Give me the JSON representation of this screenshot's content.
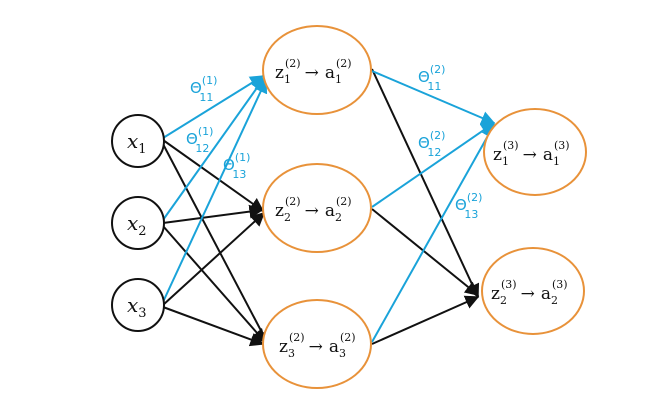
{
  "colors": {
    "input_stroke": "#111111",
    "neuron_stroke": "#e8923a",
    "black_edge": "#111111",
    "blue_edge": "#1aa3d9",
    "weight_label": "#1aa3d9"
  },
  "input_layer": [
    {
      "var": "x",
      "sub": "1"
    },
    {
      "var": "x",
      "sub": "2"
    },
    {
      "var": "x",
      "sub": "3"
    }
  ],
  "hidden_layer": [
    {
      "z": "z",
      "z_sub": "1",
      "z_sup": "(2)",
      "arrow": "→",
      "a": "a",
      "a_sub": "1",
      "a_sup": "(2)"
    },
    {
      "z": "z",
      "z_sub": "2",
      "z_sup": "(2)",
      "arrow": "→",
      "a": "a",
      "a_sub": "2",
      "a_sup": "(2)"
    },
    {
      "z": "z",
      "z_sub": "3",
      "z_sup": "(2)",
      "arrow": "→",
      "a": "a",
      "a_sub": "3",
      "a_sup": "(2)"
    }
  ],
  "output_layer": [
    {
      "z": "z",
      "z_sub": "1",
      "z_sup": "(3)",
      "arrow": "→",
      "a": "a",
      "a_sub": "1",
      "a_sup": "(3)"
    },
    {
      "z": "z",
      "z_sub": "2",
      "z_sup": "(3)",
      "arrow": "→",
      "a": "a",
      "a_sub": "2",
      "a_sup": "(3)"
    }
  ],
  "weight_labels": [
    {
      "base": "Θ",
      "sub": "11",
      "sup": "(1)"
    },
    {
      "base": "Θ",
      "sub": "12",
      "sup": "(1)"
    },
    {
      "base": "Θ",
      "sub": "13",
      "sup": "(1)"
    },
    {
      "base": "Θ",
      "sub": "11",
      "sup": "(2)"
    },
    {
      "base": "Θ",
      "sub": "12",
      "sup": "(2)"
    },
    {
      "base": "Θ",
      "sub": "13",
      "sup": "(2)"
    }
  ]
}
